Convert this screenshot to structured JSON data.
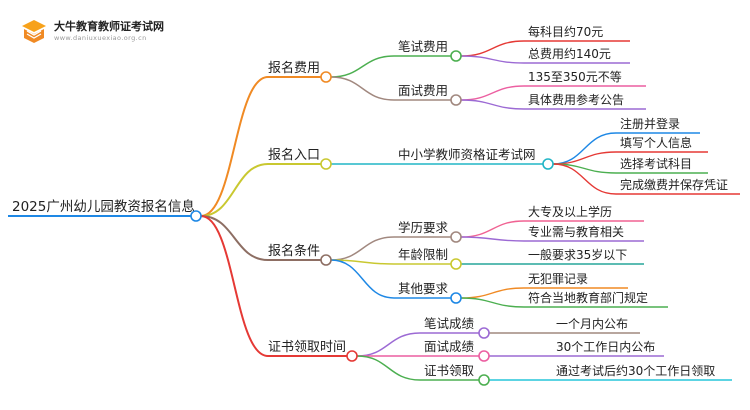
{
  "logo": {
    "name": "大牛教育教师证考试网",
    "url": "www.daniuxuexiao.org.cn"
  },
  "mindmap": {
    "root": "2025广州幼儿园教资报名信息",
    "branches": [
      {
        "label": "报名费用",
        "color": "#f08a24",
        "children": [
          {
            "label": "笔试费用",
            "color": "#4caf50",
            "leaves": [
              {
                "label": "每科目约70元",
                "color": "#e53935"
              },
              {
                "label": "总费用约140元",
                "color": "#9c6ad4"
              }
            ]
          },
          {
            "label": "面试费用",
            "color": "#a1887f",
            "leaves": [
              {
                "label": "135至350元不等",
                "color": "#ec5fa1"
              },
              {
                "label": "具体费用参考公告",
                "color": "#9c6ad4"
              }
            ]
          }
        ]
      },
      {
        "label": "报名入口",
        "color": "#c9c830",
        "children": [
          {
            "label": "中小学教师资格证考试网",
            "color": "#21b5c6",
            "leaves": [
              {
                "label": "注册并登录",
                "color": "#1e88e5"
              },
              {
                "label": "填写个人信息",
                "color": "#e53935"
              },
              {
                "label": "选择考试科目",
                "color": "#4caf50"
              },
              {
                "label": "完成缴费并保存凭证",
                "color": "#e53935"
              }
            ]
          }
        ]
      },
      {
        "label": "报名条件",
        "color": "#8d6e63",
        "children": [
          {
            "label": "学历要求",
            "color": "#a1887f",
            "leaves": [
              {
                "label": "大专及以上学历",
                "color": "#f06292"
              },
              {
                "label": "专业需与教育相关",
                "color": "#9c6ad4"
              }
            ]
          },
          {
            "label": "年龄限制",
            "color": "#c9c830",
            "leaves": [
              {
                "label": "一般要求35岁以下",
                "color": "#26a69a"
              }
            ]
          },
          {
            "label": "其他要求",
            "color": "#1e88e5",
            "leaves": [
              {
                "label": "无犯罪记录",
                "color": "#f08a24"
              },
              {
                "label": "符合当地教育部门规定",
                "color": "#4caf50"
              }
            ]
          }
        ]
      },
      {
        "label": "证书领取时间",
        "color": "#e53935",
        "children": [
          {
            "label": "笔试成绩",
            "color": "#9c6ad4",
            "leaves": [
              {
                "label": "一个月内公布",
                "color": "#a1887f"
              }
            ]
          },
          {
            "label": "面试成绩",
            "color": "#ec5fa1",
            "leaves": [
              {
                "label": "30个工作日内公布",
                "color": "#9c6ad4"
              }
            ]
          },
          {
            "label": "证书领取",
            "color": "#4caf50",
            "leaves": [
              {
                "label": "通过考试后约30个工作日领取",
                "color": "#26c6da"
              }
            ]
          }
        ]
      }
    ]
  }
}
